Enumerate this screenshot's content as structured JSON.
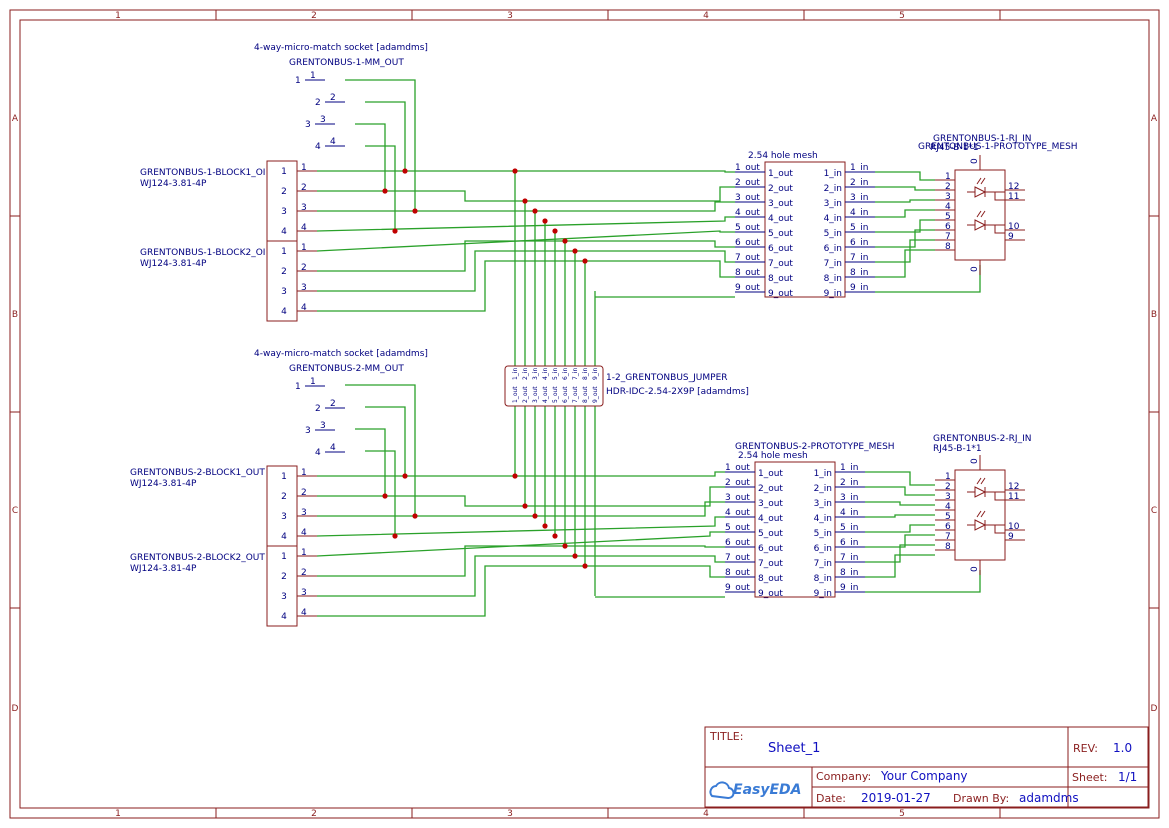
{
  "frame": {
    "col_labels": [
      "1",
      "2",
      "3",
      "4",
      "5"
    ],
    "row_labels": [
      "A",
      "B",
      "C",
      "D"
    ]
  },
  "title_block": {
    "title_label": "TITLE:",
    "title": "Sheet_1",
    "rev_label": "REV:",
    "rev": "1.0",
    "company_label": "Company:",
    "company": "Your Company",
    "sheet_label": "Sheet:",
    "sheet": "1/1",
    "date_label": "Date:",
    "date": "2019-01-27",
    "drawn_label": "Drawn By:",
    "drawn_by": "adamdms",
    "brand": "EasyEDA"
  },
  "components": {
    "mm1_desc": "4-way-micro-match socket [adamdms]",
    "mm1_name": "GRENTONBUS-1-MM_OUT",
    "mm2_desc": "4-way-micro-match socket [adamdms]",
    "mm2_name": "GRENTONBUS-2-MM_OUT",
    "b11_name": "GRENTONBUS-1-BLOCK1_OI",
    "b11_part": "WJ124-3.81-4P",
    "b12_name": "GRENTONBUS-1-BLOCK2_OI",
    "b12_part": "WJ124-3.81-4P",
    "b21_name": "GRENTONBUS-2-BLOCK1_OUT",
    "b21_part": "WJ124-3.81-4P",
    "b22_name": "GRENTONBUS-2-BLOCK2_OUT",
    "b22_part": "WJ124-3.81-4P",
    "mesh1_name": "2.54 hole mesh",
    "mesh1_title": "GRENTONBUS-1-PROTOTYPE_MESH",
    "mesh2_title": "GRENTONBUS-2-PROTOTYPE_MESH",
    "mesh2_name": "2.54 hole mesh",
    "rj1_name": "GRENTONBUS-1-RJ_IN",
    "rj1_part": "RJ45-B-1*1",
    "rj2_name": "GRENTONBUS-2-RJ_IN",
    "rj2_part": "RJ45-B-1*1",
    "jumper_name": "1-2_GRENTONBUS_JUMPER",
    "jumper_part": "HDR-IDC-2.54-2X9P [adamdms]"
  },
  "pins": {
    "four": [
      "1",
      "2",
      "3",
      "4"
    ],
    "mesh_out": [
      "1_out",
      "2_out",
      "3_out",
      "4_out",
      "5_out",
      "6_out",
      "7_out",
      "8_out",
      "9_out"
    ],
    "mesh_in": [
      "1_in",
      "2_in",
      "3_in",
      "4_in",
      "5_in",
      "6_in",
      "7_in",
      "8_in",
      "9_in"
    ],
    "rj_left": [
      "1",
      "2",
      "3",
      "4",
      "5",
      "6",
      "7",
      "8"
    ],
    "rj_right": [
      "12",
      "11",
      "10",
      "9"
    ],
    "rj_top": "0",
    "rj_bottom": "0"
  },
  "colors": {
    "frame": "#8a1e1e",
    "wire": "#2aa12a",
    "text": "#000080",
    "junction": "#c00000"
  }
}
